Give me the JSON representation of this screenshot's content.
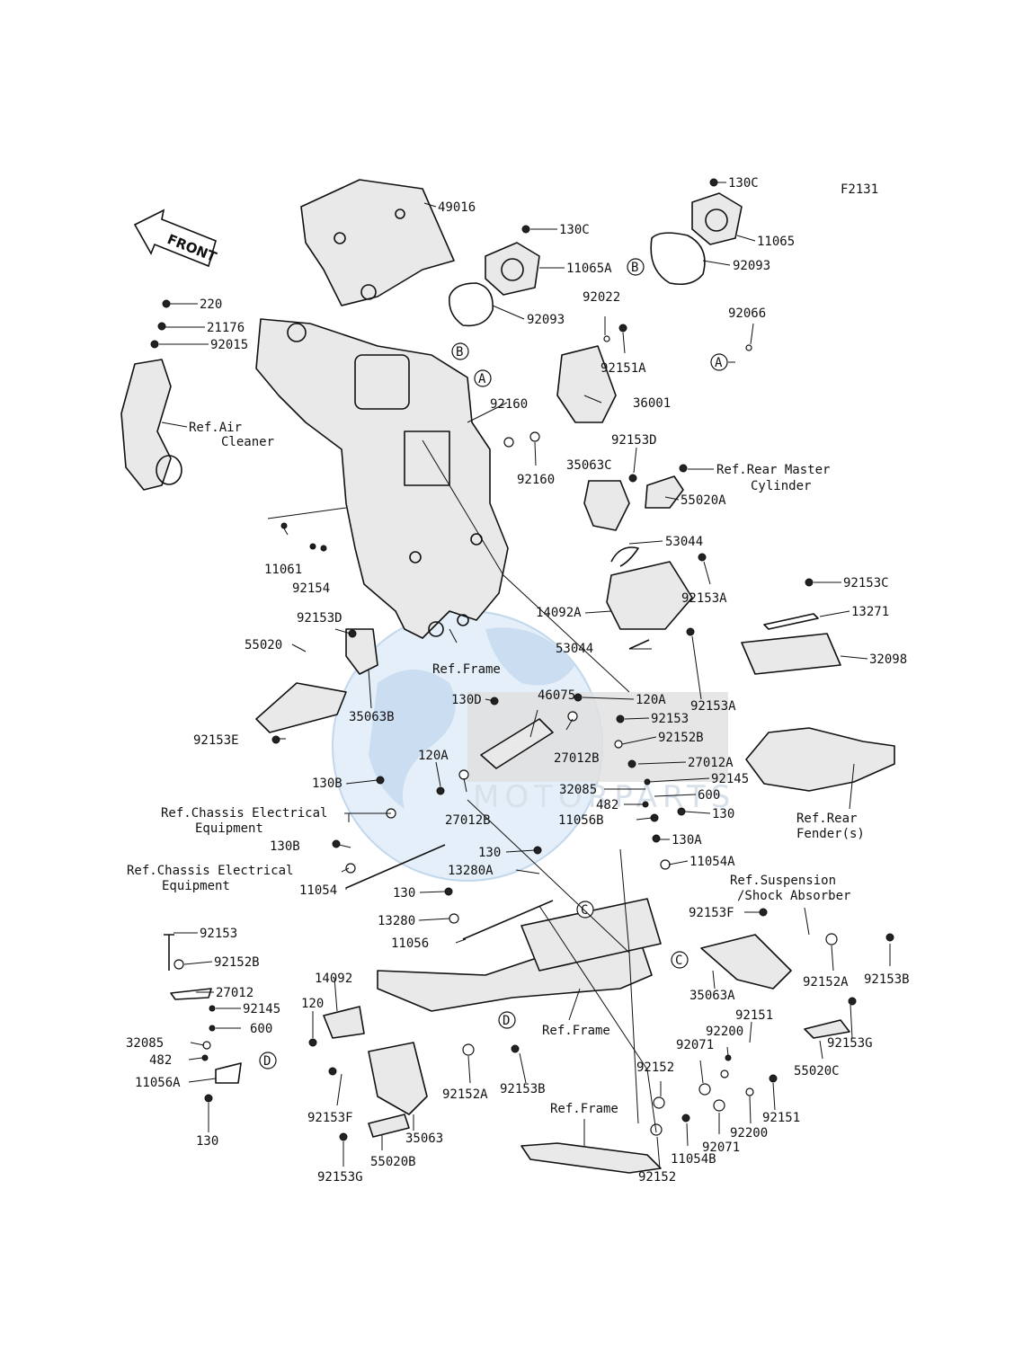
{
  "diagram_id": "F2131",
  "front_arrow_label": "FRONT",
  "watermark": "MOTORPARTS",
  "ref_markers": [
    "A",
    "B",
    "C",
    "D"
  ],
  "labels": {
    "l49016": "49016",
    "l130c_a": "130C",
    "l11065a": "11065A",
    "l92093_a": "92093",
    "l130c_b": "130C",
    "l11065": "11065",
    "l92093_b": "92093",
    "l92066": "92066",
    "l220": "220",
    "l21176": "21176",
    "l92015": "92015",
    "air1": "Ref.Air",
    "air2": "Cleaner",
    "l92022": "92022",
    "l92151a": "92151A",
    "l36001": "36001",
    "l92160_a": "92160",
    "l92160_b": "92160",
    "l92153d_a": "92153D",
    "l35063c": "35063C",
    "rmc1": "Ref.Rear Master",
    "rmc2": "Cylinder",
    "l55020a": "55020A",
    "l53044_a": "53044",
    "l92153a_a": "92153A",
    "l11061": "11061",
    "l92154": "92154",
    "l14092a": "14092A",
    "l53044_b": "53044",
    "l92153a_b": "92153A",
    "l92153c": "92153C",
    "l13271": "13271",
    "l32098": "32098",
    "l92153d_b": "92153D",
    "l55020": "55020",
    "refframe_a": "Ref.Frame",
    "l92153e": "92153E",
    "l35063b": "35063B",
    "l130d": "130D",
    "l46075": "46075",
    "l120a_a": "120A",
    "l92153_a": "92153",
    "l92152b_a": "92152B",
    "l27012b_a": "27012B",
    "l27012a": "27012A",
    "l92145_a": "92145",
    "l120a_b": "120A",
    "l27012b_b": "27012B",
    "l32085_a": "32085",
    "l600_a": "600",
    "l482_a": "482",
    "l11056b": "11056B",
    "l130_a": "130",
    "l130b_a": "130B",
    "rce1a": "Ref.Chassis Electrical",
    "rce1b": "Equipment",
    "rearf1": "Ref.Rear",
    "rearf2": "Fender(s)",
    "l130a": "130A",
    "l11054a": "11054A",
    "l130b_b": "130B",
    "l130_b": "130",
    "l13280a": "13280A",
    "rce2a": "Ref.Chassis Electrical",
    "rce2b": "Equipment",
    "l11054": "11054",
    "l130_c": "130",
    "l13280": "13280",
    "l11056": "11056",
    "rsa1": "Ref.Suspension",
    "rsa2": "/Shock Absorber",
    "l92153f_a": "92153F",
    "l92153_b": "92153",
    "l92152b_b": "92152B",
    "l27012": "27012",
    "l92145_b": "92145",
    "l600_b": "600",
    "l32085_b": "32085",
    "l482_b": "482",
    "l11056a": "11056A",
    "l130_d": "130",
    "l14092": "14092",
    "l120": "120",
    "refframe_b": "Ref.Frame",
    "l35063a": "35063A",
    "l92152a_a": "92152A",
    "l92153b_a": "92153B",
    "l92153g_a": "92153G",
    "l55020c": "55020C",
    "l92151_a": "92151",
    "l92200_a": "92200",
    "l92071_a": "92071",
    "l92152_a": "92152",
    "l92153f_b": "92153F",
    "l92152a_b": "92152A",
    "l92153b_b": "92153B",
    "l35063": "35063",
    "l55020b": "55020B",
    "l92153g_b": "92153G",
    "refframe_c": "Ref.Frame",
    "l92151_b": "92151",
    "l92200_b": "92200",
    "l92071_b": "92071",
    "l11054b": "11054B",
    "l92152_b": "92152"
  }
}
